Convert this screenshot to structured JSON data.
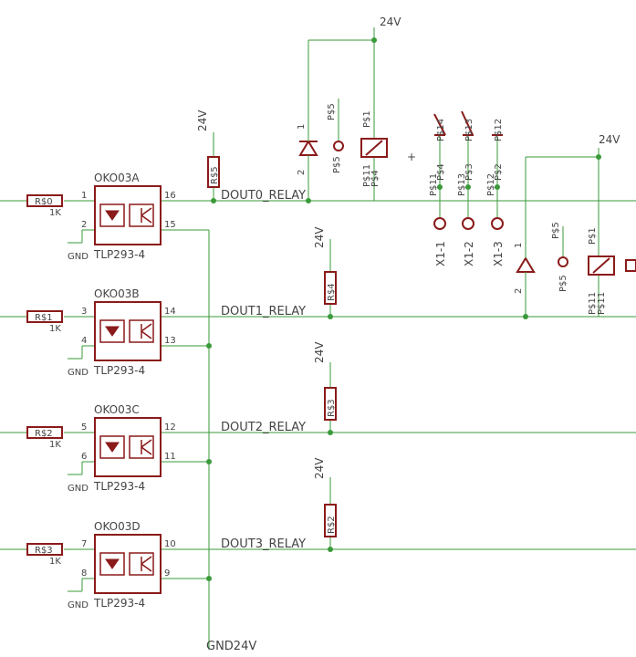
{
  "optos": [
    {
      "name": "OKO03A",
      "part": "TLP293-4",
      "pin_in1": "1",
      "pin_in2": "2",
      "pin_out1": "16",
      "pin_out2": "15",
      "res": "R$0",
      "res_val": "1K",
      "gnd": "GND"
    },
    {
      "name": "OKO03B",
      "part": "TLP293-4",
      "pin_in1": "3",
      "pin_in2": "4",
      "pin_out1": "14",
      "pin_out2": "13",
      "res": "R$1",
      "res_val": "1K",
      "gnd": "GND"
    },
    {
      "name": "OKO03C",
      "part": "TLP293-4",
      "pin_in1": "5",
      "pin_in2": "6",
      "pin_out1": "12",
      "pin_out2": "11",
      "res": "R$2",
      "res_val": "1K",
      "gnd": "GND"
    },
    {
      "name": "OKO03D",
      "part": "TLP293-4",
      "pin_in1": "7",
      "pin_in2": "8",
      "pin_out1": "10",
      "pin_out2": "9",
      "res": "R$3",
      "res_val": "1K",
      "gnd": "GND"
    }
  ],
  "nets": {
    "dout0": "DOUT0_RELAY",
    "dout1": "DOUT1_RELAY",
    "dout2": "DOUT2_RELAY",
    "dout3": "DOUT3_RELAY",
    "gnd24v": "GND24V",
    "v24": "24V"
  },
  "pullups": [
    "R$5",
    "R$4",
    "R$3",
    "R$2"
  ],
  "relay1": {
    "diode_pin1": "1",
    "diode_pin2": "2",
    "p5": "P$5",
    "p5b": "P$5",
    "p1": "P$1",
    "p11": "P$11",
    "p4": "P$4",
    "plus": "+"
  },
  "switch": {
    "pins_top": [
      "P$14",
      "P$13",
      "P$12"
    ],
    "pins_bot": [
      "P$11",
      "P$13",
      "P$12"
    ],
    "labels_top_b": [
      "P$4",
      "P$3",
      "P$2"
    ],
    "terminals": [
      "X1-1",
      "X1-2",
      "X1-3"
    ]
  },
  "relay2": {
    "diode_pin1": "1",
    "diode_pin2": "2",
    "p5": "P$5",
    "p5b": "P$5",
    "p1": "P$1",
    "p11": "P$11",
    "p11b": "P$11"
  },
  "colors": {
    "wire": "#3a9a3a",
    "part": "#8b1a1a",
    "text": "#444444"
  }
}
